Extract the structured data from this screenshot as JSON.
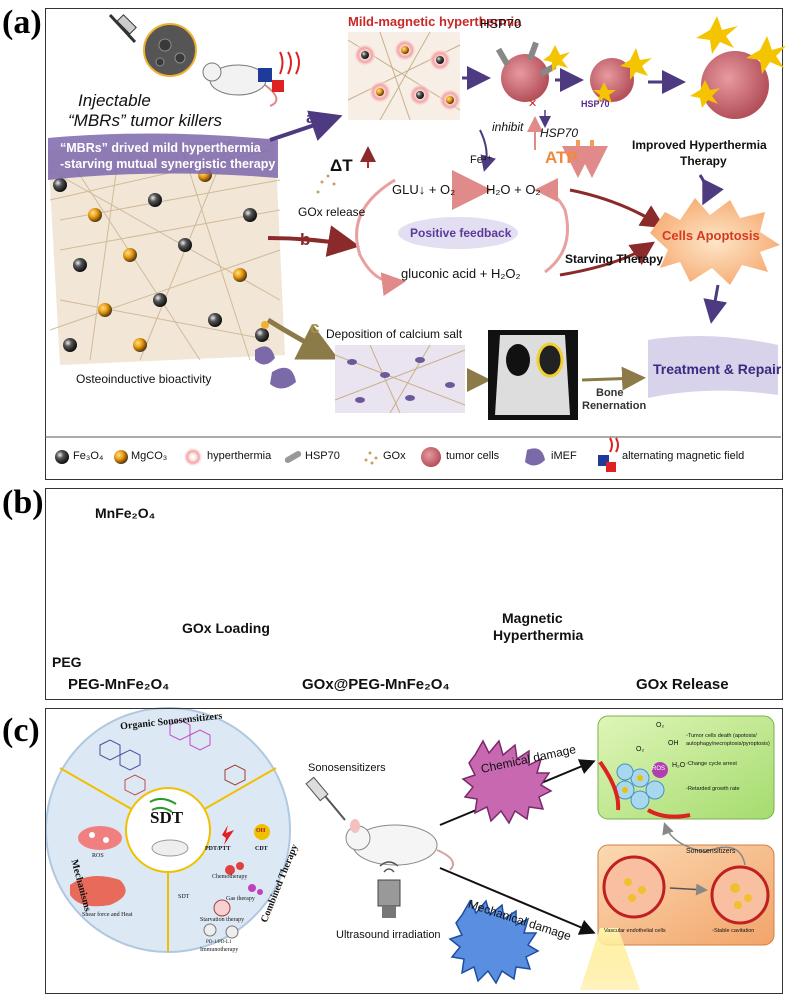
{
  "panel_a": {
    "label": "(a)",
    "injectable_line1": "Injectable",
    "injectable_line2": "“MBRs” tumor killers",
    "banner_line1": "“MBRs” drived mild hyperthermia",
    "banner_line2": "-starving mutual synergistic therapy",
    "mild_title": "Mild-magnetic hyperthermia",
    "hsp70_top": "HSP70",
    "hsp70_small": "HSP70",
    "inhibit": "inhibit",
    "hsp70_inhibit": "HSP70",
    "fe3": "Fe³⁺",
    "atp": "ATP",
    "improved_line1": "Improved Hyperthermia",
    "improved_line2": "Therapy",
    "delta_t": "ΔT",
    "glu": "GLU↓ +  O₂",
    "h2o": "H₂O + O₂",
    "gox_release": "GOx release",
    "positive_feedback": "Positive feedback",
    "gluconic": "gluconic acid + H₂O₂",
    "starving": "Starving Therapy",
    "apoptosis": "Cells Apoptosis",
    "arrow_a": "a",
    "arrow_b": "b",
    "arrow_c": "c",
    "osteo": "Osteoinductive bioactivity",
    "deposition": "Deposition of calcium salt",
    "bone_line1": "Bone",
    "bone_line2": "Renernation",
    "treatment": "Treatment & Repair",
    "legend": {
      "fe3o4": "Fe₃O₄",
      "mgco3": "MgCO₃",
      "hyperthermia": "hyperthermia",
      "hsp70": "HSP70",
      "gox": "GOx",
      "tumor": "tumor cells",
      "imef": "iMEF",
      "amf": "alternating magnetic field"
    }
  },
  "panel_b": {
    "label": "(b)",
    "mnfe2o4": "MnFe₂O₄",
    "peg": "PEG",
    "gox_loading": "GOx Loading",
    "magnetic_line1": "Magnetic",
    "magnetic_line2": "Hyperthermia",
    "caption1": "PEG-MnFe₂O₄",
    "caption2": "GOx@PEG-MnFe₂O₄",
    "caption3": "GOx Release"
  },
  "panel_c": {
    "label": "(c)",
    "organic": "Organic Sonosensitizers",
    "sdt": "SDT",
    "mechanisms": "Mechanisms",
    "ros": "ROS",
    "shear": "Shear force and Heat",
    "combined": "Combined Therapy",
    "pdt": "PDT/PTT",
    "cdt": "CDT",
    "oh": "OH",
    "chemo": "Chemotherapy",
    "gas": "Gas therapy",
    "sdt_small": "SDT",
    "starvation": "Starvation therapy",
    "immuno": "Immunotherapy",
    "pd1": "PD-1/PD-L1",
    "sonosensitizers": "Sonosensitizers",
    "ultrasound": "Ultrasound irradiation",
    "chemical": "Chemical damage",
    "mechanical": "Mechanical damage",
    "green_ros": "ROS",
    "green_o2": "O₂",
    "green_o2b": "O₂",
    "green_oh": "OH",
    "green_h2o": "H₂O",
    "bullet1_line1": "◦Tumor cells death (apotosis/",
    "bullet1_line2": "autophagy/necroptosis/pyroptosis)",
    "bullet2": "◦Change cycle arrest",
    "bullet3": "◦Retarded growth rate",
    "orange_sono": "Sonosensitizers",
    "vascular": "Vascular endothelial cells",
    "stable": "◦Stable cavitation"
  }
}
